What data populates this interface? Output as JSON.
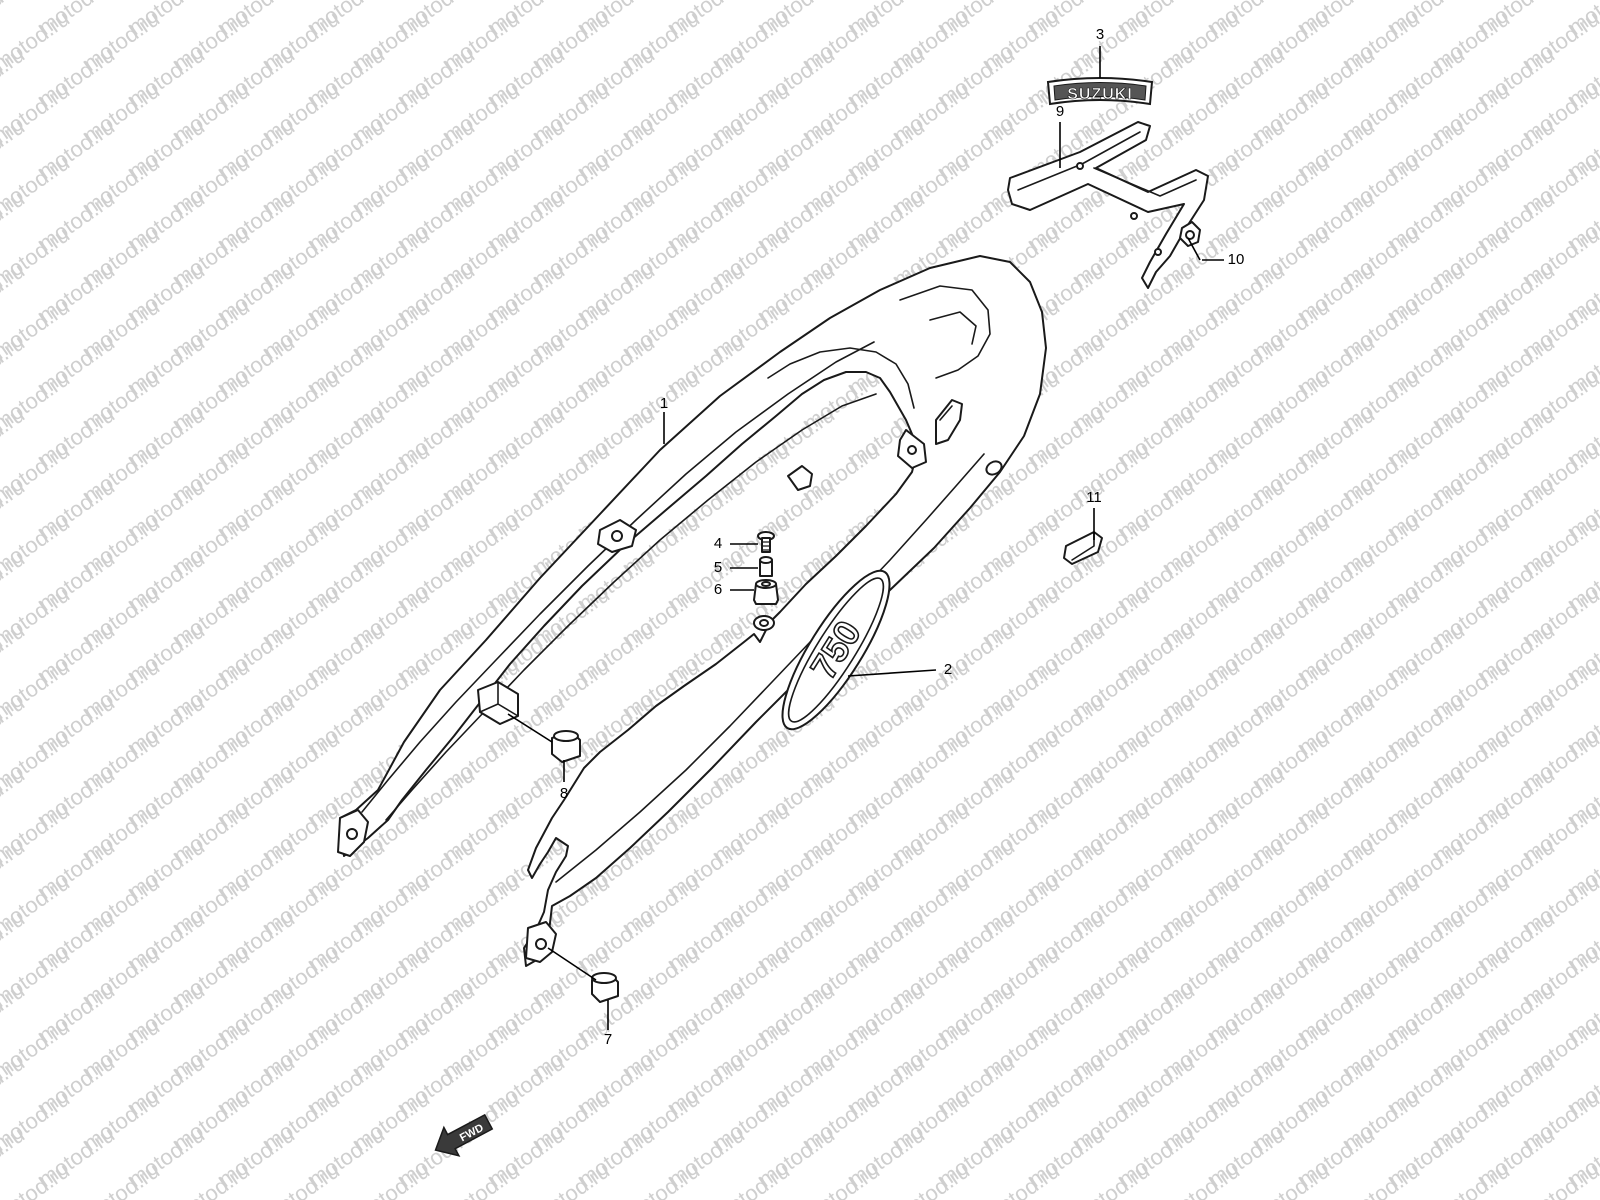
{
  "watermark": "motod.ru",
  "colors": {
    "line": "#1a1a1a",
    "watermark": "#cfcfcf",
    "background": "#ffffff",
    "fwd_fill": "#3a3a3a"
  },
  "emblem_text": "SUZUKI",
  "model_decal_text": "750",
  "direction_label": "FWD",
  "callouts": [
    {
      "id": "1",
      "label": "1"
    },
    {
      "id": "2",
      "label": "2"
    },
    {
      "id": "3",
      "label": "3"
    },
    {
      "id": "4",
      "label": "4"
    },
    {
      "id": "5",
      "label": "5"
    },
    {
      "id": "6",
      "label": "6"
    },
    {
      "id": "7",
      "label": "7"
    },
    {
      "id": "8",
      "label": "8"
    },
    {
      "id": "9",
      "label": "9"
    },
    {
      "id": "10",
      "label": "10"
    },
    {
      "id": "11",
      "label": "11"
    }
  ]
}
